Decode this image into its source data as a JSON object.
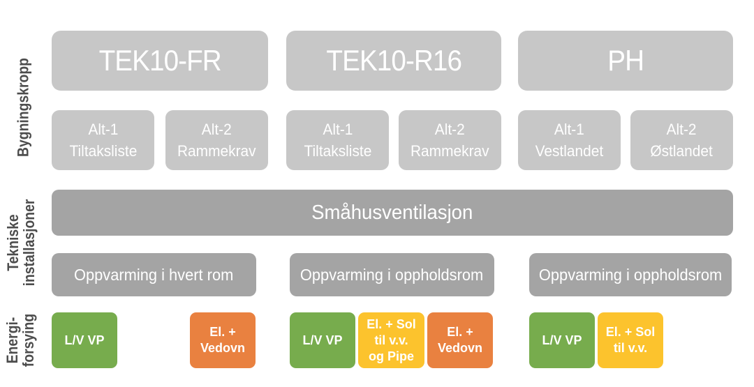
{
  "palette": {
    "light_gray": "#c7c7c7",
    "dark_gray": "#a4a4a4",
    "green": "#77ac4d",
    "orange": "#e98140",
    "yellow": "#fcc32d",
    "rail_text": "#4d4d4d",
    "box_text": "#ffffff"
  },
  "rail": {
    "building_envelope": "Bygningskropp",
    "technical_installations": "Tekniske\ninstallasjoner",
    "energy_supply": "Energi-\nforsying"
  },
  "ventilation_label": "Småhusventilasjon",
  "columns": [
    {
      "header": "TEK10-FR",
      "alternatives": [
        "Alt-1\nTiltaksliste",
        "Alt-2\nRammekrav"
      ],
      "heating": "Oppvarming i hvert rom",
      "energy": [
        {
          "label": "L/V VP",
          "color": "#77ac4d"
        },
        {
          "label": "El. +\nVedovn",
          "color": "#e98140"
        }
      ]
    },
    {
      "header": "TEK10-R16",
      "alternatives": [
        "Alt-1\nTiltaksliste",
        "Alt-2\nRammekrav"
      ],
      "heating": "Oppvarming i oppholdsrom",
      "energy": [
        {
          "label": "L/V VP",
          "color": "#77ac4d"
        },
        {
          "label": "El. + Sol\ntil v.v.\nog Pipe",
          "color": "#fcc32d"
        },
        {
          "label": "El. +\nVedovn",
          "color": "#e98140"
        }
      ]
    },
    {
      "header": "PH",
      "alternatives": [
        "Alt-1\nVestlandet",
        "Alt-2\nØstlandet"
      ],
      "heating": "Oppvarming i oppholdsrom",
      "energy": [
        {
          "label": "L/V VP",
          "color": "#77ac4d"
        },
        {
          "label": "El. + Sol\ntil v.v.",
          "color": "#fcc32d"
        }
      ]
    }
  ]
}
